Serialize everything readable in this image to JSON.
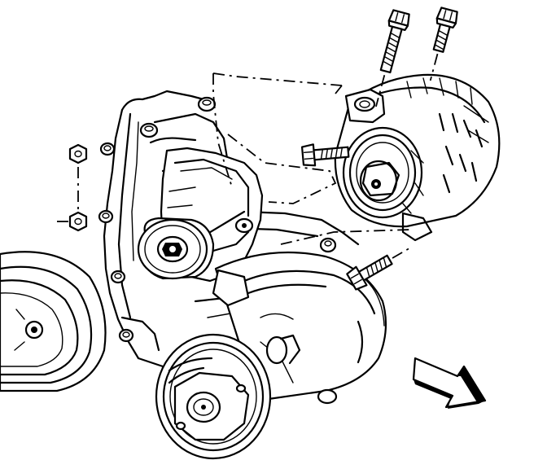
{
  "figure": {
    "parts": [
      {
        "name": "generator",
        "icon": "generator-icon"
      },
      {
        "name": "generator-pulley",
        "icon": "pulley-icon"
      },
      {
        "name": "generator-upper-bolt-front",
        "icon": "bolt-icon"
      },
      {
        "name": "generator-upper-bolt-rear",
        "icon": "bolt-icon"
      },
      {
        "name": "generator-lower-bolt",
        "icon": "bolt-icon"
      },
      {
        "name": "bracket-bolt",
        "icon": "bolt-icon"
      },
      {
        "name": "mounting-bracket",
        "icon": "bracket-icon"
      },
      {
        "name": "idler-pulley",
        "icon": "pulley-icon"
      },
      {
        "name": "ac-compressor",
        "icon": "compressor-icon"
      },
      {
        "name": "crankshaft-pulley",
        "icon": "pulley-icon"
      },
      {
        "name": "engine-block",
        "icon": "engine-icon"
      },
      {
        "name": "front-view-arrow",
        "icon": "arrow-icon"
      }
    ],
    "colors": {
      "line": "#000000",
      "background": "#ffffff"
    }
  }
}
